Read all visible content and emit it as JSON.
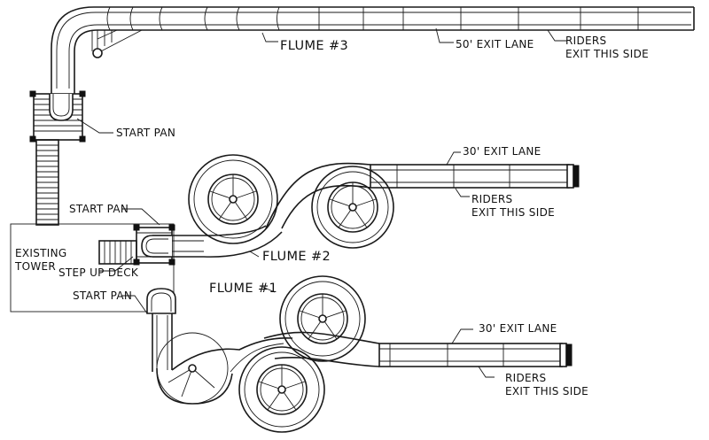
{
  "labels": {
    "flume3": "FLUME #3",
    "flume2": "FLUME #2",
    "flume1": "FLUME #1",
    "exit_lane_50": "50' EXIT LANE",
    "exit_lane_30_upper": "30' EXIT LANE",
    "exit_lane_30_lower": "30' EXIT LANE",
    "riders_exit_top_1": "RIDERS",
    "riders_exit_top_2": "EXIT THIS SIDE",
    "riders_exit_mid_1": "RIDERS",
    "riders_exit_mid_2": "EXIT THIS SIDE",
    "riders_exit_low_1": "RIDERS",
    "riders_exit_low_2": "EXIT THIS SIDE",
    "start_pan_1": "START PAN",
    "start_pan_2": "START PAN",
    "start_pan_3": "START PAN",
    "existing_tower_1": "EXISTING",
    "existing_tower_2": "TOWER",
    "step_up_deck": "STEP UP DECK"
  }
}
